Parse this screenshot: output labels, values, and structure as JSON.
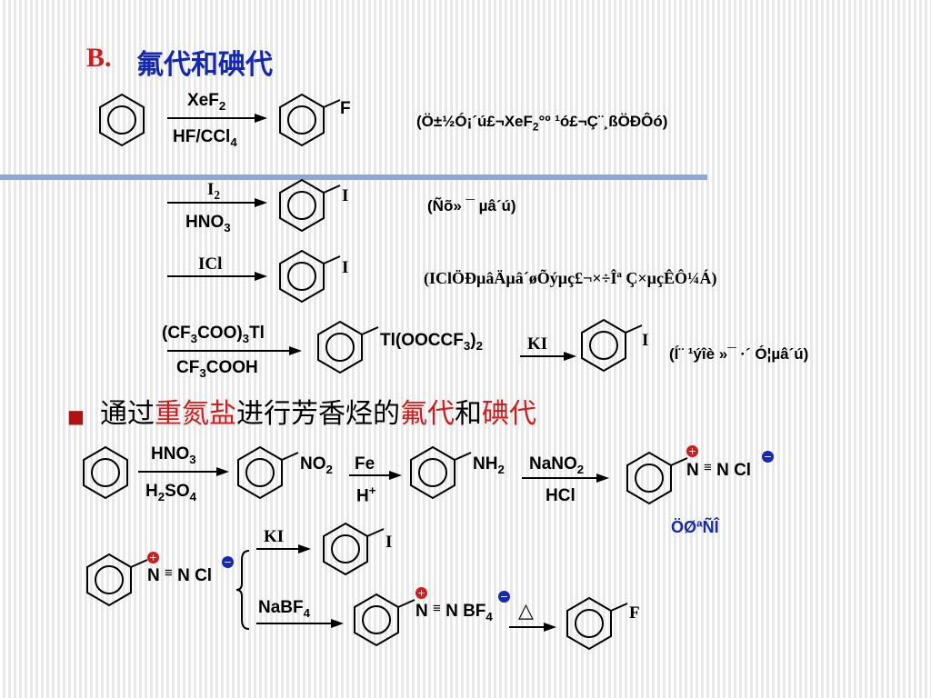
{
  "title": {
    "letter": "B.",
    "text": "氟代和碘代"
  },
  "reactions": {
    "r1": {
      "reagent_top": "XeF",
      "reagent_top_sub": "2",
      "reagent_bottom": "HF/CCl",
      "reagent_bottom_sub": "4",
      "product_sub": "F",
      "note_a": "(Ö±½Ó¡´ú£¬XeF",
      "note_sub": "2",
      "note_b": "°º ¹ó£¬Ç¨¸ßÖÐÔó)"
    },
    "r2": {
      "reagent_top": "I",
      "reagent_top_sub": "2",
      "reagent_bottom": "HNO",
      "reagent_bottom_sub": "3",
      "product_sub": "I",
      "note": "(Ñõ» ¯ µâ´ú)"
    },
    "r3": {
      "reagent_top": "ICl",
      "product_sub": "I",
      "note": "(IClÖÐµâÄµâ´øÕýµç£¬×÷Îª Ç×µçÊÔ¼Á)"
    },
    "r4": {
      "reagent_top_a": "(CF",
      "reagent_top_sub1": "3",
      "reagent_top_b": "COO)",
      "reagent_top_sub2": "3",
      "reagent_top_c": "Tl",
      "reagent_bottom_a": "CF",
      "reagent_bottom_sub": "3",
      "reagent_bottom_b": "COOH",
      "intermediate_a": "Tl(OOCCF",
      "intermediate_sub1": "3",
      "intermediate_b": ")",
      "intermediate_sub2": "2",
      "reagent2": "KI",
      "product_sub": "I",
      "note": "(Í¨ ¹ýîè »¯ ·´ Ó¦µâ´ú)"
    }
  },
  "bullet": {
    "marker": "■",
    "parts": [
      {
        "text": "通过",
        "color": "black"
      },
      {
        "text": "重氮盐",
        "color": "red"
      },
      {
        "text": "进行芳香烃的",
        "color": "black"
      },
      {
        "text": "氟代",
        "color": "red"
      },
      {
        "text": "和",
        "color": "black"
      },
      {
        "text": "碘代",
        "color": "red"
      }
    ]
  },
  "diazo": {
    "step1_top": "HNO",
    "step1_top_sub": "3",
    "step1_bottom_a": "H",
    "step1_bottom_sub1": "2",
    "step1_bottom_b": "SO",
    "step1_bottom_sub2": "4",
    "nitro": "NO",
    "nitro_sub": "2",
    "step2_top": "Fe",
    "step2_bottom": "H",
    "step2_bottom_sup": "+",
    "amine": "NH",
    "amine_sub": "2",
    "step3_top": "NaNO",
    "step3_top_sub": "2",
    "step3_bottom": "HCl",
    "salt_a": "N",
    "salt_triple": "≡",
    "salt_b": "N",
    "salt_c": "Cl",
    "plus_symbol": "+",
    "minus_symbol": "−",
    "salt_label": "ÖØªÑÎ"
  },
  "branch": {
    "salt_a": "N",
    "salt_triple": "≡",
    "salt_b": "N",
    "salt_c": "Cl",
    "upper_reagent": "KI",
    "upper_product": "I",
    "lower_reagent": "NaBF",
    "lower_reagent_sub": "4",
    "bf_a": "N",
    "bf_triple": "≡",
    "bf_b": "N",
    "bf_c": "BF",
    "bf_sub": "4",
    "heat": "△",
    "lower_product": "F"
  },
  "colors": {
    "title_blue": "#1428b4",
    "accent_red": "#d41a1a",
    "rule": "#8ea9cf"
  }
}
